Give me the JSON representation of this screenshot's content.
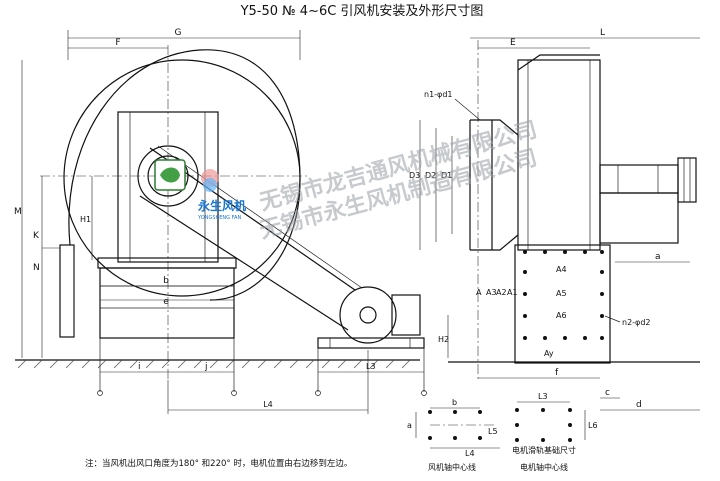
{
  "title": "Y5-50 № 4~6C 引风机安装及外形尺寸图",
  "side_view_labels": {
    "G": "G",
    "F": "F",
    "M": "M",
    "K": "K",
    "N": "N",
    "H1": "H1",
    "b": "b",
    "e": "e",
    "H2": "H2",
    "L3": "L3",
    "L4": "L4",
    "i": "i",
    "j": "j"
  },
  "front_view_labels": {
    "E": "E",
    "L": "L",
    "hole1": "n1-φd1",
    "D3": "D3",
    "D2": "D2",
    "D1": "D1",
    "A": "A",
    "A1": "A1",
    "A2": "A2",
    "A3": "A3",
    "A4": "A4",
    "A5": "A5",
    "A6": "A6",
    "Ay": "Ay",
    "hole2": "n2-φd2",
    "a": "a",
    "f": "f",
    "c": "c",
    "d": "d"
  },
  "detail_labels": {
    "b": "b",
    "a": "a",
    "L3": "L3",
    "L4": "L4",
    "L5": "L5",
    "L6": "L6",
    "fan_axis": "风机轴中心线",
    "motor_axis": "电机轴中心线",
    "rail_base": "电机滑轨基础尺寸"
  },
  "logo": {
    "brand": "永生风机",
    "sub": "YONGSHENG FAN"
  },
  "watermark": [
    "无锡市龙吉通风机械有限公司",
    "无锡市永生风机制造有限公司"
  ],
  "note": "注：当风机出风口角度为180°  和220°  时，电机位置由右边移到左边。"
}
